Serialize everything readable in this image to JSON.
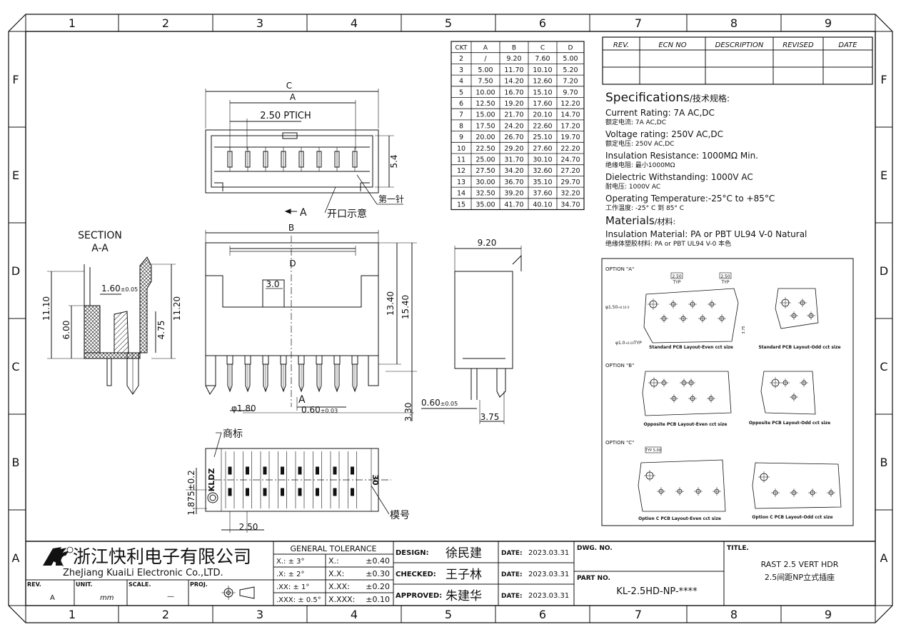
{
  "colors": {
    "ink": "#111111",
    "paper": "#ffffff",
    "hatch": "#111111"
  },
  "grid": {
    "cols": [
      "1",
      "2",
      "3",
      "4",
      "5",
      "6",
      "7",
      "8",
      "9"
    ],
    "rows": [
      "F",
      "E",
      "D",
      "C",
      "B",
      "A"
    ]
  },
  "dimension_table": {
    "headers": [
      "CKT",
      "A",
      "B",
      "C",
      "D"
    ],
    "rows": [
      [
        "2",
        "/",
        "9.20",
        "7.60",
        "5.00"
      ],
      [
        "3",
        "5.00",
        "11.70",
        "10.10",
        "5.20"
      ],
      [
        "4",
        "7.50",
        "14.20",
        "12.60",
        "7.20"
      ],
      [
        "5",
        "10.00",
        "16.70",
        "15.10",
        "9.70"
      ],
      [
        "6",
        "12.50",
        "19.20",
        "17.60",
        "12.20"
      ],
      [
        "7",
        "15.00",
        "21.70",
        "20.10",
        "14.70"
      ],
      [
        "8",
        "17.50",
        "24.20",
        "22.60",
        "17.20"
      ],
      [
        "9",
        "20.00",
        "26.70",
        "25.10",
        "19.70"
      ],
      [
        "10",
        "22.50",
        "29.20",
        "27.60",
        "22.20"
      ],
      [
        "11",
        "25.00",
        "31.70",
        "30.10",
        "24.70"
      ],
      [
        "12",
        "27.50",
        "34.20",
        "32.60",
        "27.20"
      ],
      [
        "13",
        "30.00",
        "36.70",
        "35.10",
        "29.70"
      ],
      [
        "14",
        "32.50",
        "39.20",
        "37.60",
        "32.20"
      ],
      [
        "15",
        "35.00",
        "41.70",
        "40.10",
        "34.70"
      ]
    ]
  },
  "revision_table": {
    "headers": [
      "REV.",
      "ECN NO",
      "DESCRIPTION",
      "REVISED",
      "DATE"
    ]
  },
  "specs": {
    "title": "Specifications",
    "title_cn": "/技术规格:",
    "lines": [
      {
        "en": "Current Rating: 7A AC,DC",
        "cn": "额定电流: 7A AC,DC"
      },
      {
        "en": "Voltage rating: 250V AC,DC",
        "cn": "额定电压: 250V AC,DC"
      },
      {
        "en": "Insulation Resistance: 1000MΩ Min.",
        "cn": "绝缘电阻: 最小1000MΩ"
      },
      {
        "en": "Dielectric Withstanding: 1000V AC",
        "cn": "耐电压: 1000V AC"
      },
      {
        "en": "Operating Temperature:-25°C to +85°C",
        "cn": "工作温度: -25° C 到 85° C"
      }
    ],
    "materials_title": "Materials",
    "materials_title_cn": "/材料:",
    "material": {
      "en": "Insulation Material: PA or PBT UL94 V-0 Natural",
      "cn": "绝缘体塑胶材料: PA or PBT UL94 V-0 本色"
    }
  },
  "pcb_options": {
    "option_a": "OPTION \"A\"",
    "option_b": "OPTION \"B\"",
    "option_c": "OPTION \"C\"",
    "dim_250": "2.50",
    "typ": "TYP",
    "hole1": "φ1.50",
    "hole1_tol": "+0.10 0",
    "hole2": "φ1.0",
    "hole2_tol": "+0.10",
    "typ2": "TYP",
    "dim_375": "3.75",
    "typ_500": "TYP 5.00",
    "cap_std_even": "Standard PCB Layout-Even cct size",
    "cap_std_odd": "Standard PCB Layout-Odd cct size",
    "cap_opp_even": "Opposite PCB Layout-Even cct size",
    "cap_opp_odd": "Opposite PCB Layout-Odd cct size",
    "cap_c_even": "Option C PCB Layout-Even cct size",
    "cap_c_odd": "Option C PCB Layout-Odd cct size"
  },
  "drawing_labels": {
    "section": "SECTION",
    "section_aa": "A-A",
    "dim_c": "C",
    "dim_a": "A",
    "pitch": "2.50  PTICH",
    "dim_54": "5.4",
    "first_pin": "第一针",
    "cut_a_top": "A",
    "opening": "开口示意",
    "dim_b": "B",
    "dim_d": "D",
    "dim_30": "3.0",
    "dim_1340": "13.40",
    "dim_1540": "15.40",
    "dim_180": "φ1.80",
    "cut_a_bottom": "A",
    "dim_060": "0.60",
    "dim_060_tol": "±0.03",
    "dim_330": "3.30",
    "dim_920": "9.20",
    "dim_060_side": "0.60",
    "dim_060_side_tol": "±0.05",
    "dim_375": "3.75",
    "sec_160": "1.60",
    "sec_160_tol": "±0.05",
    "sec_1110": "11.10",
    "sec_600": "6.00",
    "sec_475": "4.75",
    "sec_1120": "11.20",
    "trademark": "商标",
    "brand": "KLDZ",
    "model_mark": "30",
    "model": "模号",
    "dim_1875": "1.875±0.2",
    "dim_250b": "2.50"
  },
  "title_block": {
    "company_cn": "浙江快利电子有限公司",
    "company_en": "ZheJiang KuaiLi Electronic Co.,LTD.",
    "tolerance_title": "GENERAL TOLERANCE",
    "tolerances": [
      [
        "X.: ± 3°",
        "X.:",
        "±0.40"
      ],
      [
        ".X: ± 2°",
        "X.X:",
        "±0.30"
      ],
      [
        ".XX: ± 1°",
        "X.XX:",
        "±0.20"
      ],
      [
        ".XXX: ± 0.5°",
        "X.XXX:",
        "±0.10"
      ]
    ],
    "design_label": "DESIGN:",
    "designer": "徐民建",
    "checked_label": "CHECKED:",
    "checker": "王子林",
    "approved_label": "APPROVED:",
    "approver": "朱建华",
    "date_label": "DATE:",
    "date": "2023.03.31",
    "dwg_no_label": "DWG. NO.",
    "part_no_label": "PART NO.",
    "part_no": "KL-2.5HD-NP-****",
    "title_label": "TITLE.",
    "title_en": "RAST 2.5 VERT HDR",
    "title_cn": "2.5间距NP立式插座",
    "rev_label": "REV.",
    "rev": "A",
    "unit_label": "UNIT.",
    "unit": "mm",
    "scale_label": "SCALE.",
    "scale": "—",
    "proj_label": "PROJ."
  }
}
